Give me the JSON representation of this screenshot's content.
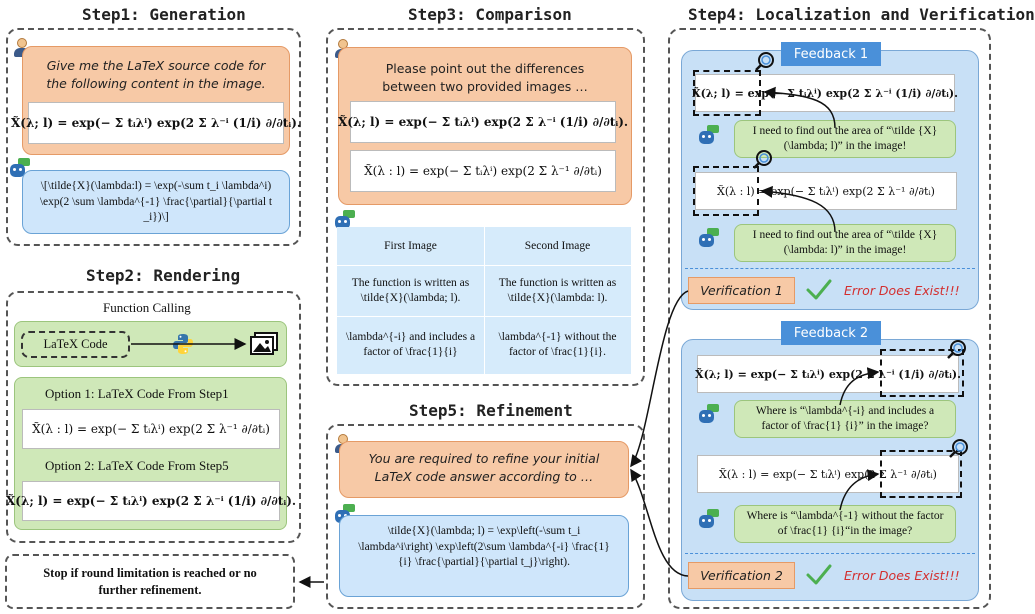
{
  "step1": {
    "title": "Step1: Generation",
    "prompt": "Give me the LaTeX source code for the following content in the image.",
    "formula": "X̃(λ; l) = exp(− Σ tᵢλⁱ) exp(2 Σ λ⁻ⁱ (1/i) ∂/∂tᵢ).",
    "response": "\\[\\tilde{X}(\\lambda:l) = \\exp(-\\sum t_i \\lambda^i) \\exp(2 \\sum \\lambda^{-1} \\frac{\\partial}{\\partial t_i})\\]"
  },
  "step2": {
    "title": "Step2: Rendering",
    "function_calling": "Function Calling",
    "latex_code": "LaTeX Code",
    "option1": "Option 1: LaTeX Code From Step1",
    "option1_formula": "X̃(λ : l) = exp(− Σ tᵢλⁱ) exp(2 Σ λ⁻¹ ∂/∂tᵢ)",
    "option2": "Option 2: LaTeX Code From Step5",
    "option2_formula": "X̃(λ; l) = exp(− Σ tᵢλⁱ) exp(2 Σ λ⁻ⁱ (1/i) ∂/∂tᵢ)."
  },
  "step3": {
    "title": "Step3: Comparison",
    "prompt": "Please point out the differences between two provided images …",
    "formula_a": "X̃(λ; l) = exp(− Σ tᵢλⁱ) exp(2 Σ λ⁻ⁱ (1/i) ∂/∂tᵢ).",
    "formula_b": "X̃(λ : l) = exp(− Σ tᵢλⁱ) exp(2 Σ λ⁻¹ ∂/∂tᵢ)",
    "table": {
      "headers": [
        "First Image",
        "Second Image"
      ],
      "rows": [
        [
          "The function is written as \\tilde{X}(\\lambda; l).",
          "The function is written as \\tilde{X}(\\lambda: l)."
        ],
        [
          "\\lambda^{-i} and includes a factor of \\frac{1}{i}",
          "\\lambda^{-1} without the factor of \\frac{1}{i}."
        ]
      ]
    }
  },
  "step4": {
    "title": "Step4: Localization and Verification",
    "feedback1": {
      "label": "Feedback 1",
      "formula_a": "X̃(λ; l) = exp(− Σ tᵢλⁱ) exp(2 Σ λ⁻ⁱ (1/i) ∂/∂tᵢ).",
      "message_a": "I need to find out the area of “\\tilde {X}(\\lambda; l)” in the image!",
      "formula_b": "X̃(λ : l) = exp(− Σ tᵢλⁱ) exp(2 Σ λ⁻¹ ∂/∂tᵢ)",
      "message_b": "I need to find out the area of “\\tilde {X}(\\lambda: l)” in the image!"
    },
    "verification1": "Verification 1",
    "error1": "Error Does Exist!!!",
    "feedback2": {
      "label": "Feedback 2",
      "formula_a": "X̃(λ; l) = exp(− Σ tᵢλⁱ) exp(2 Σ λ⁻ⁱ (1/i) ∂/∂tᵢ).",
      "message_a": "Where is “\\lambda^{-i} and includes a factor of \\frac{1} {i}” in the image?",
      "formula_b": "X̃(λ : l) = exp(− Σ tᵢλⁱ) exp(2 Σ λ⁻¹ ∂/∂tᵢ)",
      "message_b": "Where is “\\lambda^{-1} without the factor of \\frac{1} {i}“in the image?"
    },
    "verification2": "Verification 2",
    "error2": "Error Does Exist!!!"
  },
  "step5": {
    "title": "Step5: Refinement",
    "prompt": "You are required to refine your initial LaTeX code answer according to …",
    "response": "\\tilde{X}(\\lambda; l) = \\exp\\left(-\\sum t_i \\lambda^i\\right) \\exp\\left(2\\sum \\lambda^{-i} \\frac{1}{i} \\frac{\\partial}{\\partial t_j}\\right)."
  },
  "stop_text": "Stop if round limitation is reached or no further refinement.",
  "colors": {
    "user_bubble": "#f7c9a6",
    "bot_bubble": "#cfe6fb",
    "green": "#cfe8b8",
    "feedback_label": "#4a90d9",
    "error": "#d32f2f",
    "check": "#4caf50"
  },
  "icons": [
    "user-icon",
    "robot-icon",
    "python-icon",
    "image-icon",
    "magnifier-icon",
    "checkmark-icon"
  ]
}
